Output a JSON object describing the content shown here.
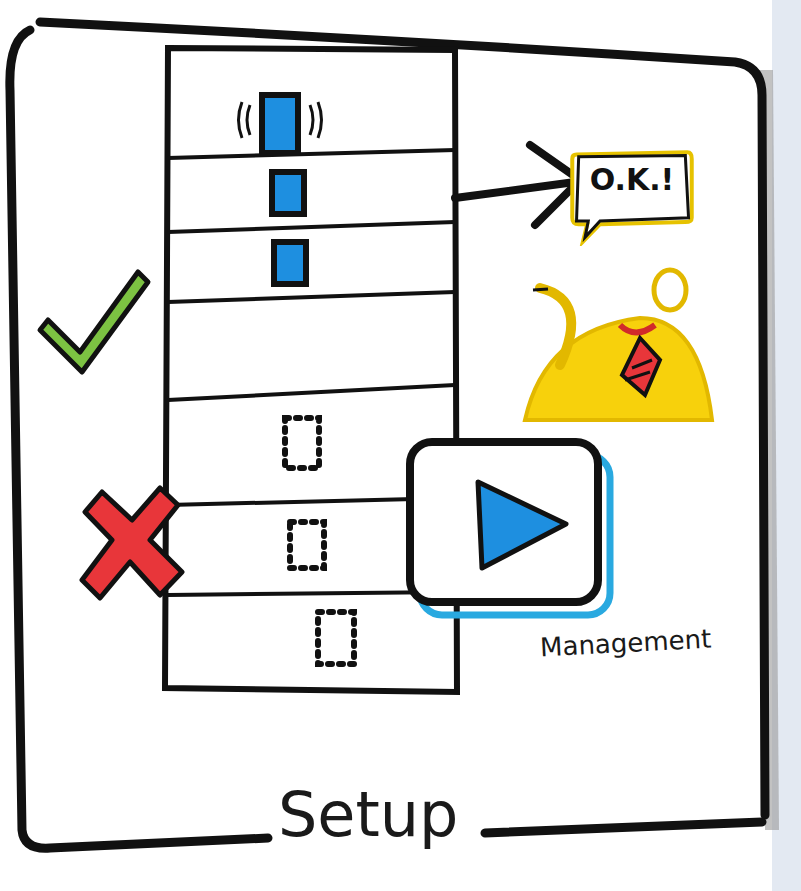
{
  "diagram": {
    "caption": "Setup",
    "nodes": [
      {
        "text": [
          "O.K.!"
        ]
      }
    ],
    "edges": [],
    "labels": [
      "Management"
    ]
  }
}
